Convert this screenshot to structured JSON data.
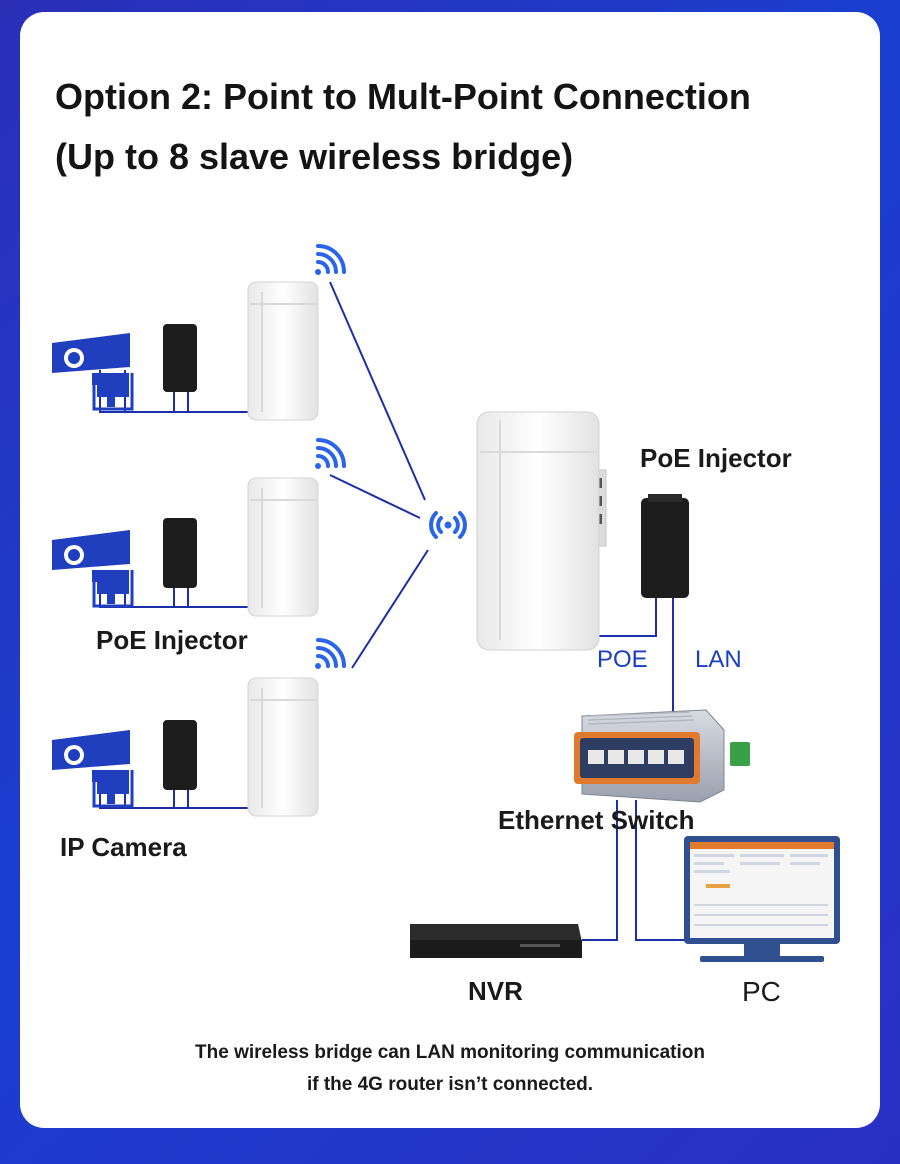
{
  "title_line1": "Option 2: Point to Mult-Point Connection",
  "title_line2": "(Up to 8 slave wireless bridge)",
  "labels": {
    "poe_injector_right": "PoE Injector",
    "poe_injector_left": "PoE Injector",
    "ip_camera": "IP Camera",
    "poe_port": "POE",
    "lan_port": "LAN",
    "ethernet_switch": "Ethernet Switch",
    "nvr": "NVR",
    "pc": "PC"
  },
  "caption_line1": "The wireless bridge can LAN monitoring communication",
  "caption_line2": "if the 4G router isn’t connected.",
  "colors": {
    "line_blue": "#1a2fa8",
    "camera_blue": "#1f3fbf",
    "wifi_blue": "#2a64e8",
    "background_blue": "#2230c0"
  }
}
